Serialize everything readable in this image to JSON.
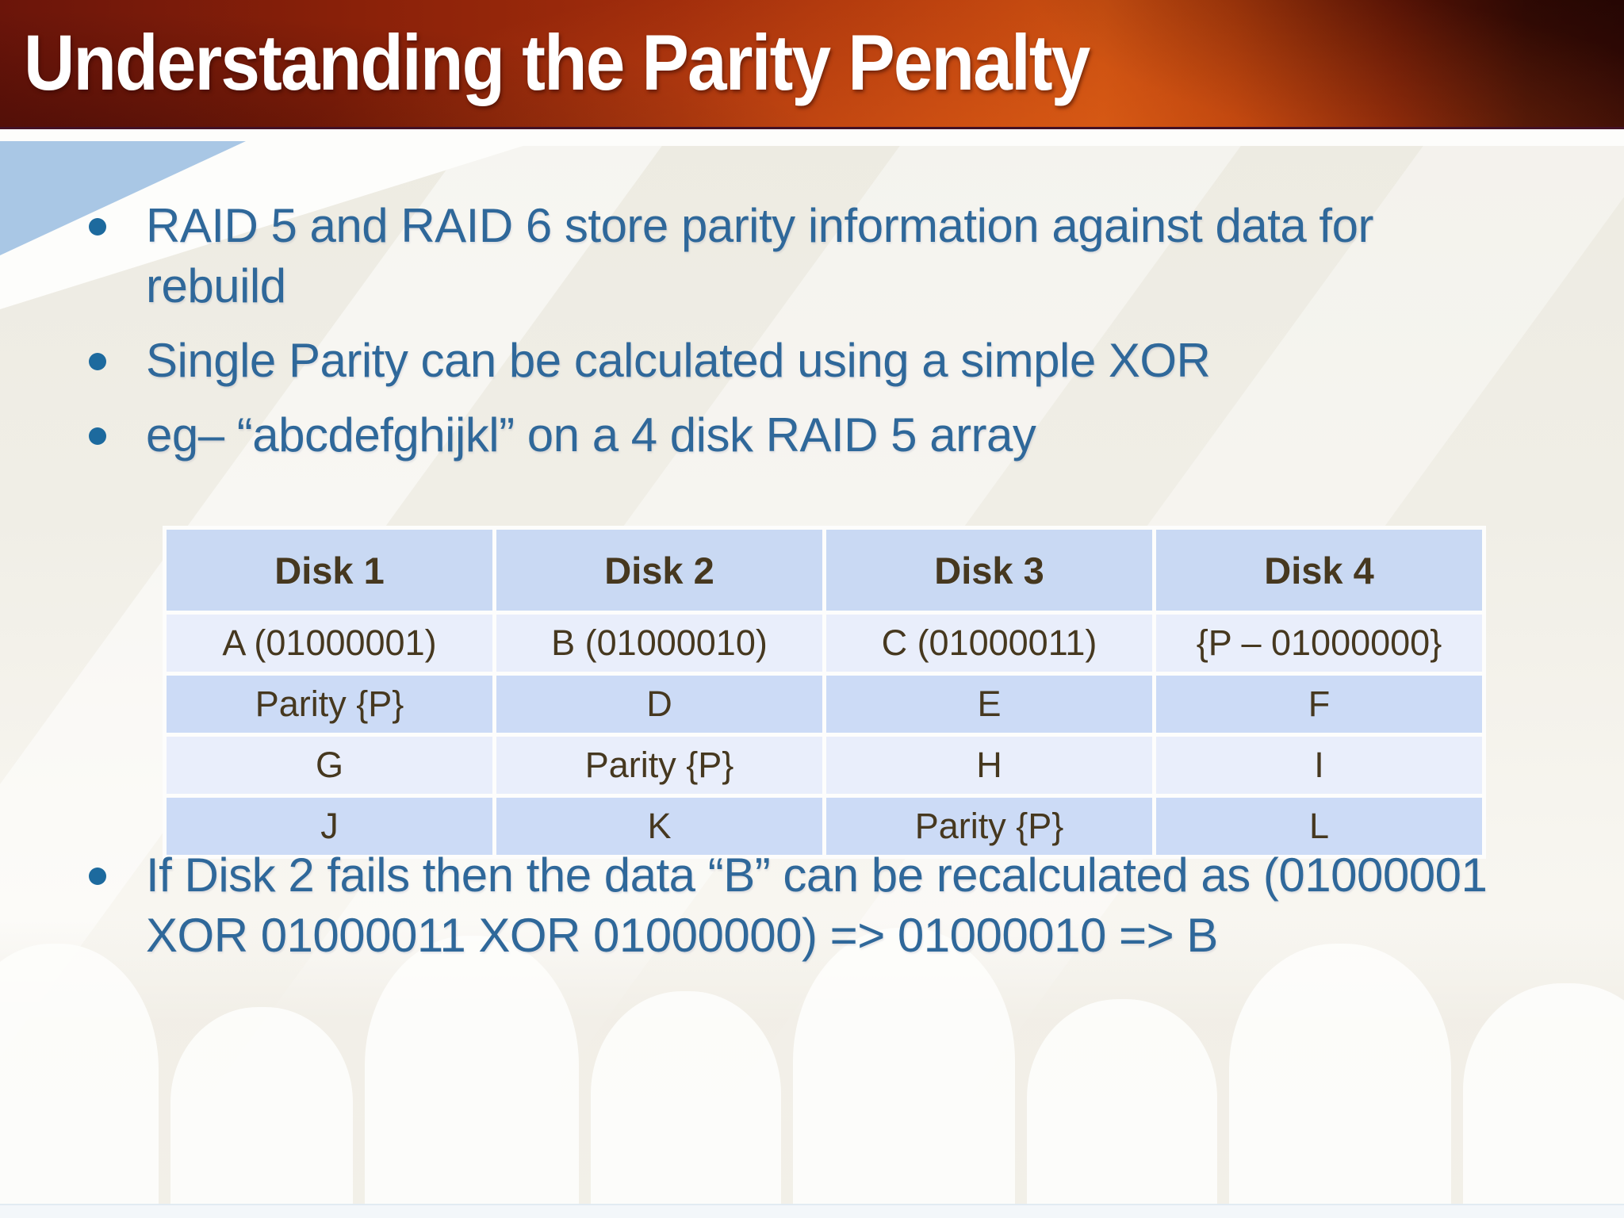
{
  "slide": {
    "title": "Understanding the Parity Penalty",
    "bullets_top": [
      "RAID 5 and RAID 6 store parity information against data for rebuild",
      "Single Parity can be calculated using a simple XOR",
      "eg– “abcdefghijkl” on a 4 disk RAID 5 array"
    ],
    "bullet_bottom": "If Disk 2 fails then the data “B” can be recalculated as (01000001 XOR 01000011 XOR 01000000) => 01000010 => B",
    "table": {
      "headers": [
        "Disk 1",
        "Disk 2",
        "Disk 3",
        "Disk 4"
      ],
      "rows": [
        [
          "A (01000001)",
          "B (01000010)",
          "C (01000011)",
          "{P – 01000000}"
        ],
        [
          "Parity {P}",
          "D",
          "E",
          "F"
        ],
        [
          "G",
          "Parity {P}",
          "H",
          "I"
        ],
        [
          "J",
          "K",
          "Parity {P}",
          "L"
        ]
      ]
    },
    "colors": {
      "title_text": "#ffffff",
      "title_bar_left": "#6b150a",
      "title_bar_mid": "#c64c10",
      "title_bar_right": "#3c0c06",
      "body_text": "#2f689a",
      "bullet_dot": "#1d6a9e",
      "table_text": "#46381f",
      "table_header_bg": "#c9d9f3",
      "table_row_light_bg": "#e9eefb",
      "table_row_dark_bg": "#ccdbf6",
      "background": "#f0eee6",
      "wedge_blue": "#a9c7e5"
    }
  }
}
